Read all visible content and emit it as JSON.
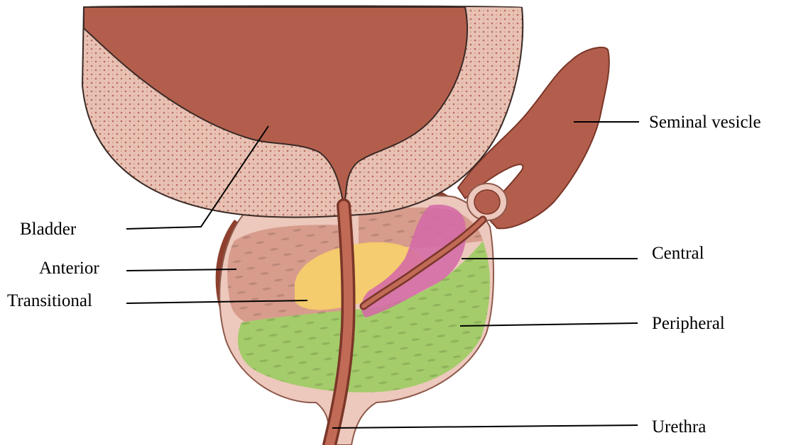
{
  "labels": {
    "seminal_vesicle": "Seminal vesicle",
    "bladder": "Bladder",
    "central": "Central",
    "anterior": "Anterior",
    "transitional": "Transitional",
    "peripheral": "Peripheral",
    "urethra": "Urethra"
  },
  "colors": {
    "tissue": "#B35E4C",
    "tissue_dark": "#8E3F2E",
    "bladder_wall": "#E8C2B4",
    "capsule": "#EDC8BC",
    "anterior_zone": "#D79C8C",
    "transitional_zone": "#F6CE6C",
    "central_zone": "#D46AA6",
    "peripheral_zone": "#A4CC6A",
    "leader_line": "#000000"
  }
}
